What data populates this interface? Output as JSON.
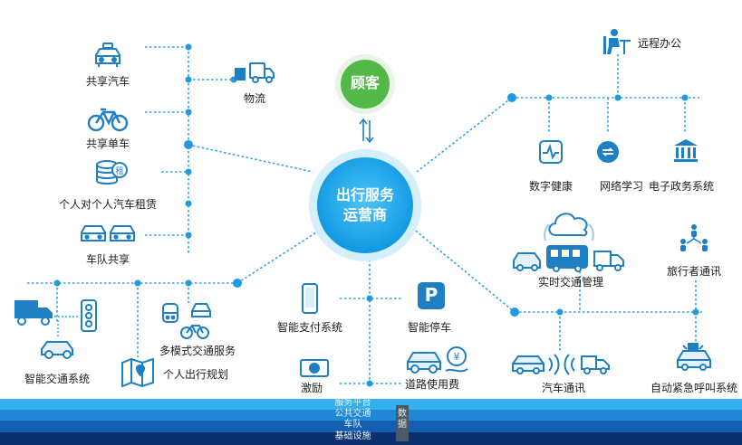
{
  "center": {
    "line1": "出行服务",
    "line2": "运营商"
  },
  "customer": "顾客",
  "left_items": {
    "shared_car": "共享汽车",
    "logistics": "物流",
    "shared_bike": "共享单车",
    "p2p_rental": "个人对个人汽车租赁",
    "fleet_share": "车队共享"
  },
  "bottom_left": {
    "smart_traffic": "智能交通系统",
    "multimodal": "多模式交通服务",
    "trip_planning": "个人出行规划"
  },
  "bottom_center": {
    "smart_pay": "智能支付系统",
    "smart_parking": "智能停车",
    "incentive": "激励",
    "road_fee": "道路使用费"
  },
  "right_items": {
    "remote_office": "远程办公",
    "digital_health": "数字健康",
    "online_learning": "网络学习",
    "e_gov": "电子政务系统",
    "realtime_traffic": "实时交通管理",
    "traveler_comm": "旅行者通讯",
    "v2x": "汽车通讯",
    "emergency_call": "自动紧急呼叫系统"
  },
  "layers": {
    "service_platform": "服务平台",
    "public_transport": "公共交通",
    "fleet": "车队",
    "infrastructure": "基础设施",
    "data_label": "数据"
  },
  "parking_letter": "P",
  "colors": {
    "line": "#2ea3e6",
    "dot": "#1c9be0",
    "icon": "#1f7fc3",
    "center_circle": "#1ea9ea",
    "customer_circle": "#53b848",
    "band_top": "#35b0ee",
    "band_bottom": "#0c2f6e"
  }
}
